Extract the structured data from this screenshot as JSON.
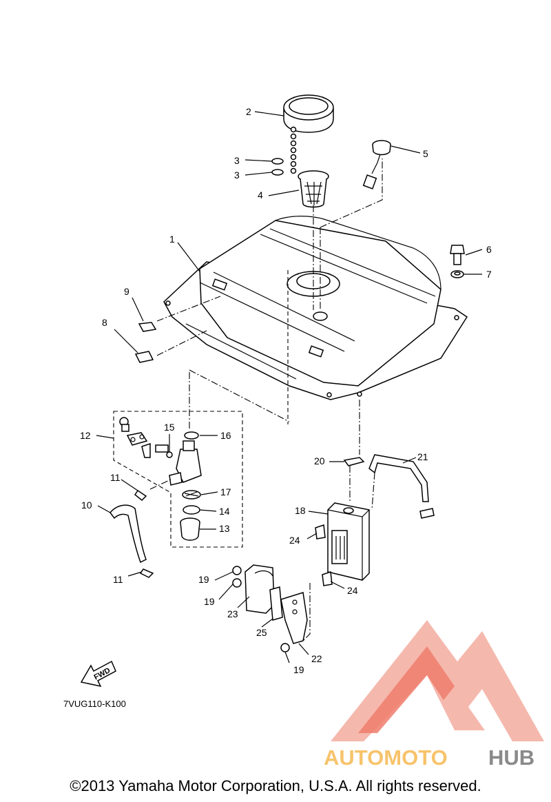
{
  "diagram_code": "7VUG110-K100",
  "fwd_label": "FWD",
  "copyright": "©2013 Yamaha Motor Corporation, U.S.A. All rights reserved.",
  "watermark": {
    "text_part1": "AUTOMOTO",
    "text_part2": "HUB",
    "color_primary": "#f0937b",
    "color_secondary": "#f7c36b",
    "color_hub": "#8a8a8a"
  },
  "callouts": [
    "1",
    "2",
    "3",
    "3",
    "4",
    "5",
    "6",
    "7",
    "8",
    "9",
    "10",
    "11",
    "11",
    "12",
    "13",
    "14",
    "15",
    "16",
    "17",
    "18",
    "19",
    "19",
    "19",
    "20",
    "21",
    "22",
    "23",
    "24",
    "24",
    "25"
  ]
}
